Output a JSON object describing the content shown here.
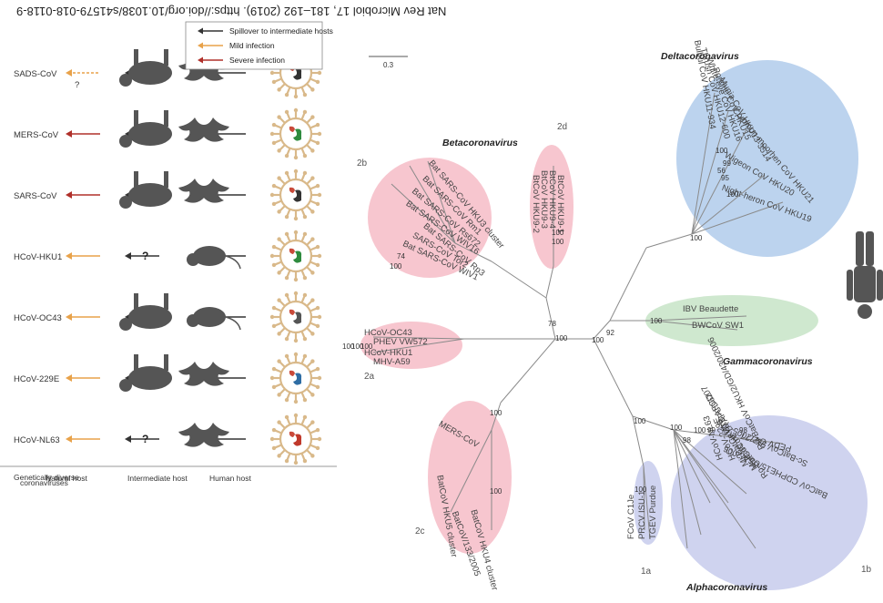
{
  "citation": "Nat Rev Microbiol 17, 181–192 (2019). https://doi.org/10.1038/s41579-018-0118-9",
  "tree": {
    "scale_label": "0.3",
    "genera": {
      "alpha": "Alphacoronavirus",
      "beta": "Betacoronavirus",
      "gamma": "Gammacoronavirus",
      "delta": "Deltacoronavirus"
    },
    "clades": {
      "c1a": "1a",
      "c1b": "1b",
      "c2a": "2a",
      "c2b": "2b",
      "c2c": "2c",
      "c2d": "2d"
    },
    "leaves": {
      "alpha_1a": [
        "TGEV Purdue",
        "PRCV ISU-1",
        "FCoV C1Je"
      ],
      "alpha_1b": [
        "Rh-BatCoV HKU2/GD/430/2006",
        "HCoV-NL63",
        "HCoV-229E",
        "Mi-BatCoV 1B AFCD07",
        "Mi-BatCoV 1A AFCD62",
        "Ro-BatCoV HKU10",
        "BatCoV CDPHE15/USA/2006",
        "Sc-BatCoV 512/2005",
        "PEDV CV777"
      ],
      "gamma": [
        "BWCoV SW1",
        "IBV Beaudette"
      ],
      "delta": [
        "Night-heron CoV HKU19",
        "Wigeon CoV HKU20",
        "Common-moorhen CoV HKU21",
        "Munia CoV HKU13-3514",
        "Porcine CoV HKU15",
        "White-eye CoV HKU16",
        "Thrush CoV HKU12-600",
        "Bulbul CoV HKU11-934"
      ],
      "beta_2a": [
        "MHV-A59",
        "HCoV-HKU1",
        "PHEV VW572",
        "HCoV-OC43"
      ],
      "beta_2b": [
        "Bat SARS-CoV Rp3",
        "SARS-CoV Tor2",
        "Bat SARS-CoV WIV1",
        "Bat SARS-CoV WIV16",
        "Bat SARS-CoV Rs672",
        "Bat SARS-CoV Rm1",
        "Bat SARS-CoV HKU3 cluster"
      ],
      "beta_2c": [
        "MERS-CoV",
        "BatCoV HKU5 cluster",
        "BatCoV/133/2005",
        "BatCoV HKU4 cluster"
      ],
      "beta_2d": [
        "BtCoV HKU9-1",
        "BtCoV HKU9-4",
        "BtCoV HKU9-3",
        "BtCoV HKU9-2"
      ]
    },
    "bootstrap": {
      "alpha_1a": [
        "100",
        "100"
      ],
      "alpha_1b": [
        "100",
        "100",
        "99",
        "75",
        "98",
        "98"
      ],
      "gamma": [
        "100",
        "92"
      ],
      "delta": [
        "100",
        "100",
        "95",
        "56",
        "99",
        "100"
      ],
      "beta_2a": [
        "100",
        "100",
        "100"
      ],
      "beta_2b": [
        "100",
        "74"
      ],
      "beta_2c": [
        "100",
        "100"
      ],
      "beta_2d": [
        "100",
        "100"
      ],
      "backbone": [
        "100",
        "78",
        "100"
      ]
    }
  },
  "panel": {
    "headers": {
      "diverse": [
        "Genetically diverse",
        "coronaviruses"
      ],
      "natural": "Natural host",
      "intermediate": "Intermediate host",
      "human": "Human host"
    },
    "rows": [
      {
        "virus": "HCoV-NL63",
        "natural": "bat-icon",
        "intermediate": "?",
        "arrow": "mild",
        "color": "#c0392b"
      },
      {
        "virus": "HCoV-229E",
        "natural": "bat-icon",
        "intermediate": "camel-icon",
        "arrow": "mild",
        "color": "#2e6da4"
      },
      {
        "virus": "HCoV-OC43",
        "natural": "rodent-icon",
        "intermediate": "cattle-icon",
        "arrow": "mild",
        "color": "#555555"
      },
      {
        "virus": "HCoV-HKU1",
        "natural": "rodent-icon",
        "intermediate": "?",
        "arrow": "mild",
        "color": "#2e8b3e"
      },
      {
        "virus": "SARS-CoV",
        "natural": "bat-icon",
        "intermediate": "civet-icon",
        "arrow": "severe",
        "color": "#333333"
      },
      {
        "virus": "MERS-CoV",
        "natural": "bat-icon",
        "intermediate": "camel-icon",
        "arrow": "severe",
        "color": "#2e8b3e"
      },
      {
        "virus": "SADS-CoV",
        "natural": "bat-icon",
        "intermediate": "pig-icon",
        "arrow": "dashed",
        "color": "#333333",
        "note": "?"
      }
    ],
    "legend": [
      {
        "label": "Spillover to intermediate hosts",
        "color": "#333333"
      },
      {
        "label": "Mild infection",
        "color": "#e8a24a"
      },
      {
        "label": "Severe infection",
        "color": "#b0302a"
      }
    ]
  },
  "colors": {
    "alpha": "#cfd3ef",
    "beta": "#f7c6cf",
    "gamma": "#cfe8cf",
    "delta": "#bcd3ee",
    "mild": "#e8a24a",
    "severe": "#b0302a",
    "spill": "#333333"
  }
}
